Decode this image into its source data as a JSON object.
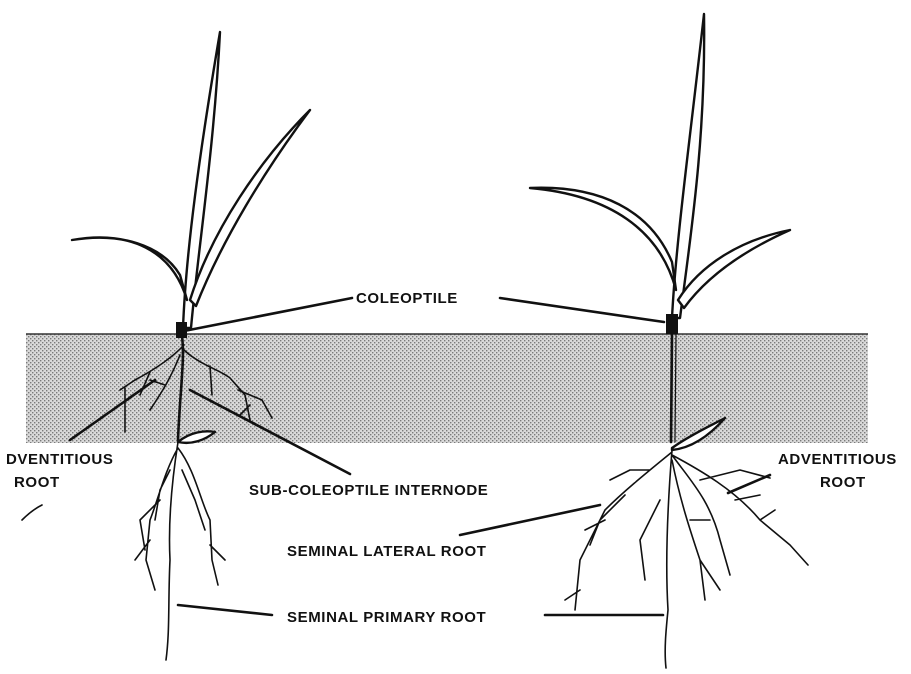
{
  "labels": {
    "coleoptile": "COLEOPTILE",
    "adventitious_root_left_line1": "DVENTITIOUS",
    "adventitious_root_left_line2": "ROOT",
    "sub_coleoptile_internode": "SUB-COLEOPTILE INTERNODE",
    "adventitious_root_right_line1": "ADVENTITIOUS",
    "adventitious_root_right_line2": "ROOT",
    "seminal_lateral_root": "SEMINAL LATERAL ROOT",
    "seminal_primary_root": "SEMINAL PRIMARY ROOT"
  }
}
